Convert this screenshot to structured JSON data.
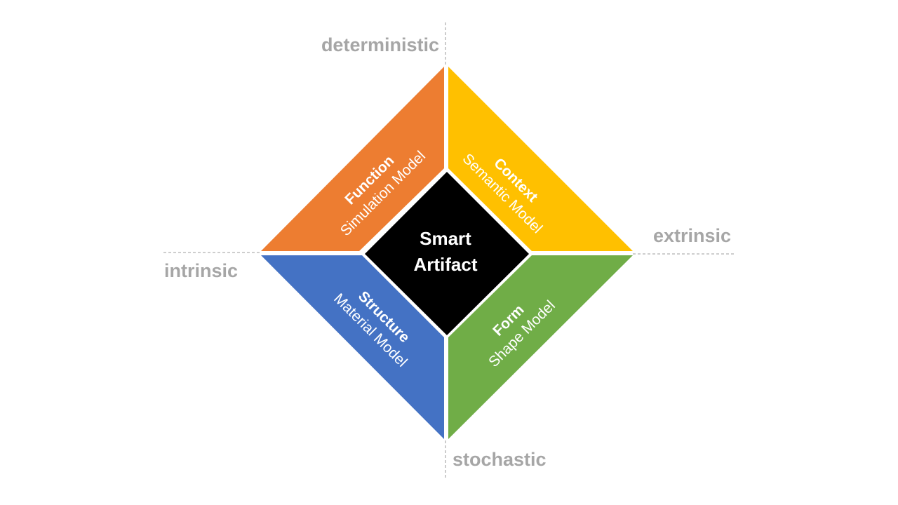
{
  "axes": {
    "top": "deterministic",
    "bottom": "stochastic",
    "left": "intrinsic",
    "right": "extrinsic"
  },
  "center": {
    "line1": "Smart",
    "line2": "Artifact",
    "color": "#000000"
  },
  "quadrants": {
    "function": {
      "title": "Function",
      "subtitle": "Simulation Model",
      "color": "#ed7d31"
    },
    "context": {
      "title": "Context",
      "subtitle": "Semantic Model",
      "color": "#ffc000"
    },
    "structure": {
      "title": "Structure",
      "subtitle": "Material Model",
      "color": "#4472c4"
    },
    "form": {
      "title": "Form",
      "subtitle": "Shape Model",
      "color": "#70ad47"
    }
  }
}
